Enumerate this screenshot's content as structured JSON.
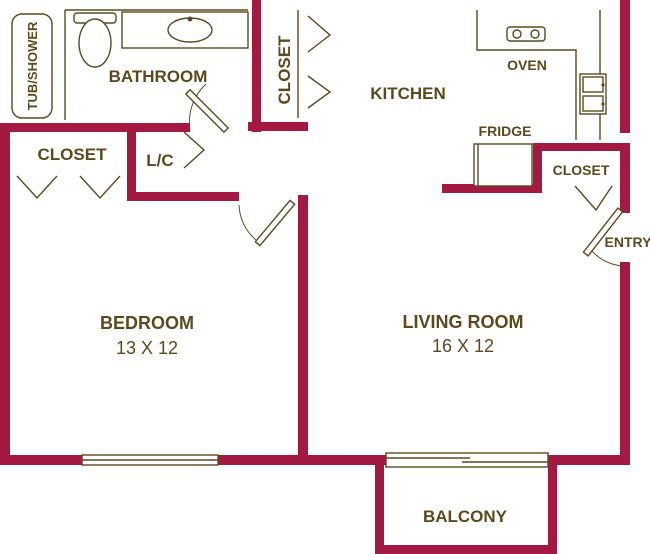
{
  "colors": {
    "wall": "#a31942",
    "ink": "#5c4a1e",
    "background": "#ffffff"
  },
  "rooms": {
    "bathroom": {
      "label": "BATHROOM"
    },
    "tub_shower": {
      "label": "TUB/SHOWER"
    },
    "closet_hall": {
      "label": "CLOSET"
    },
    "kitchen": {
      "label": "KITCHEN"
    },
    "oven": {
      "label": "OVEN"
    },
    "fridge": {
      "label": "FRIDGE"
    },
    "closet_bedroom": {
      "label": "CLOSET"
    },
    "linen_closet": {
      "label": "L/C"
    },
    "closet_entry": {
      "label": "CLOSET"
    },
    "entry": {
      "label": "ENTRY"
    },
    "bedroom": {
      "label": "BEDROOM",
      "size": "13 X 12"
    },
    "living_room": {
      "label": "LIVING ROOM",
      "size": "16 X 12"
    },
    "balcony": {
      "label": "BALCONY"
    }
  }
}
